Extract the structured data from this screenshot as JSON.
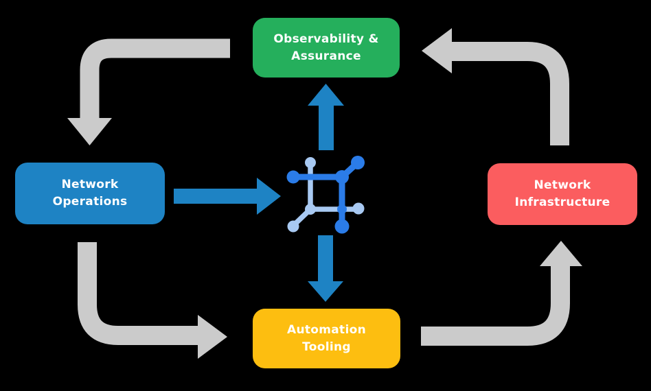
{
  "colors": {
    "background": "#000000",
    "arrow_gray": "#CBCBCB",
    "arrow_blue": "#1E83C4",
    "icon_blue_dark": "#2B7CE8",
    "icon_blue_light": "#A8C9F2",
    "node_green": "#25AF5C",
    "node_blue": "#1E83C4",
    "node_red": "#FB5D5F",
    "node_yellow": "#FDBE10",
    "label_text": "#FFFFFF"
  },
  "nodes": {
    "observability": {
      "label": "Observability &\nAssurance",
      "color": "#25AF5C"
    },
    "operations": {
      "label": "Network\nOperations",
      "color": "#1E83C4"
    },
    "infrastructure": {
      "label": "Network\nInfrastructure",
      "color": "#FB5D5F"
    },
    "automation": {
      "label": "Automation\nTooling",
      "color": "#FDBE10"
    }
  },
  "center_icon": "network-fabric-icon",
  "arrows": [
    {
      "from": "observability",
      "to": "operations",
      "style": "gray-bent",
      "direction": "down"
    },
    {
      "from": "operations",
      "to": "automation",
      "style": "gray-bent",
      "direction": "right"
    },
    {
      "from": "automation",
      "to": "infrastructure",
      "style": "gray-bent",
      "direction": "up"
    },
    {
      "from": "infrastructure",
      "to": "observability",
      "style": "gray-bent",
      "direction": "left"
    },
    {
      "from": "operations",
      "to": "center-icon",
      "style": "blue-straight",
      "direction": "right"
    },
    {
      "from": "center-icon",
      "to": "observability",
      "style": "blue-straight",
      "direction": "up"
    },
    {
      "from": "center-icon",
      "to": "automation",
      "style": "blue-straight",
      "direction": "down"
    }
  ]
}
